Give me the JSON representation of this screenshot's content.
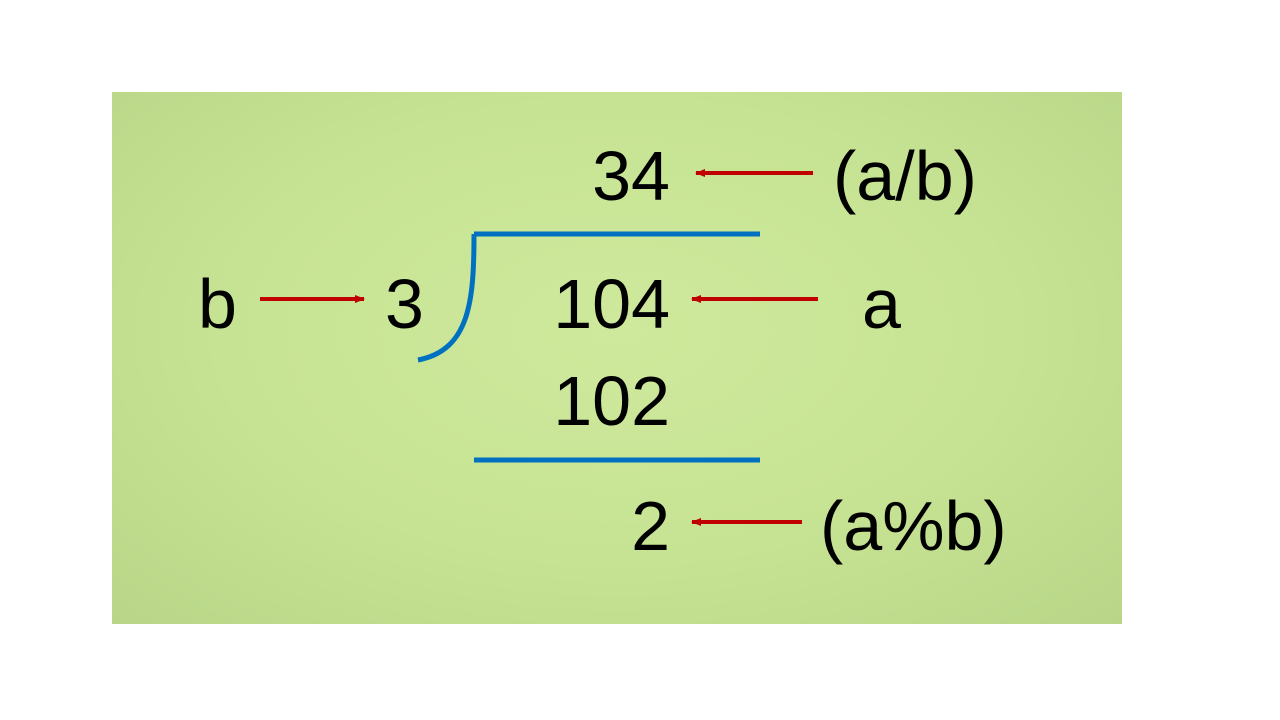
{
  "quotient": "34",
  "quotient_label": "(a/b)",
  "divisor_name": "b",
  "divisor": "3",
  "dividend": "104",
  "dividend_name": "a",
  "product": "102",
  "remainder": "2",
  "remainder_label": "(a%b)",
  "colors": {
    "arrow": "#c00000",
    "line": "#0070c0",
    "background": "#c6e393"
  }
}
